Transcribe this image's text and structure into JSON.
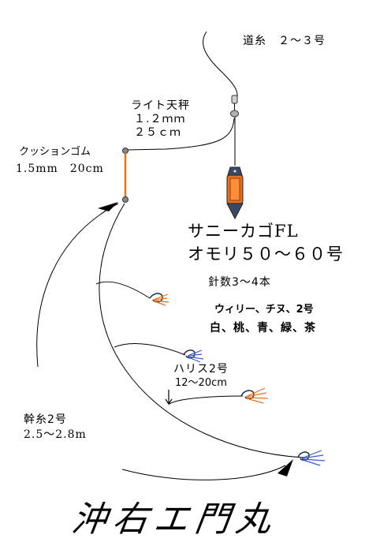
{
  "labels": {
    "main_line": "道糸　２～３号",
    "light_tenbin_title": "ライト天秤",
    "light_tenbin_size1": "１.２ｍｍ",
    "light_tenbin_size2": "２５ｃｍ",
    "cushion_title": "クッションゴム",
    "cushion_size": "1.5mm　20cm",
    "basket_name": "サニーカゴFL",
    "sinker": "オモリ５０～６０号",
    "hook_count": "針数3～4本",
    "hook_types": "ウィリー、チヌ、2号",
    "hook_colors": "白、桃、青、緑、茶",
    "harisu_title": "ハリス2号",
    "harisu_length": "12～20cm",
    "trunk_title": "幹糸2号",
    "trunk_size": "2.5～2.8m"
  },
  "brand": "沖右エ門丸",
  "colors": {
    "line": "#000000",
    "cushion": "#e8701a",
    "basket_body": "#e87020",
    "basket_dark": "#3a4a66",
    "fly_orange": "#e8701a",
    "fly_blue": "#3a5ad0",
    "hook_dark": "#202a40"
  }
}
